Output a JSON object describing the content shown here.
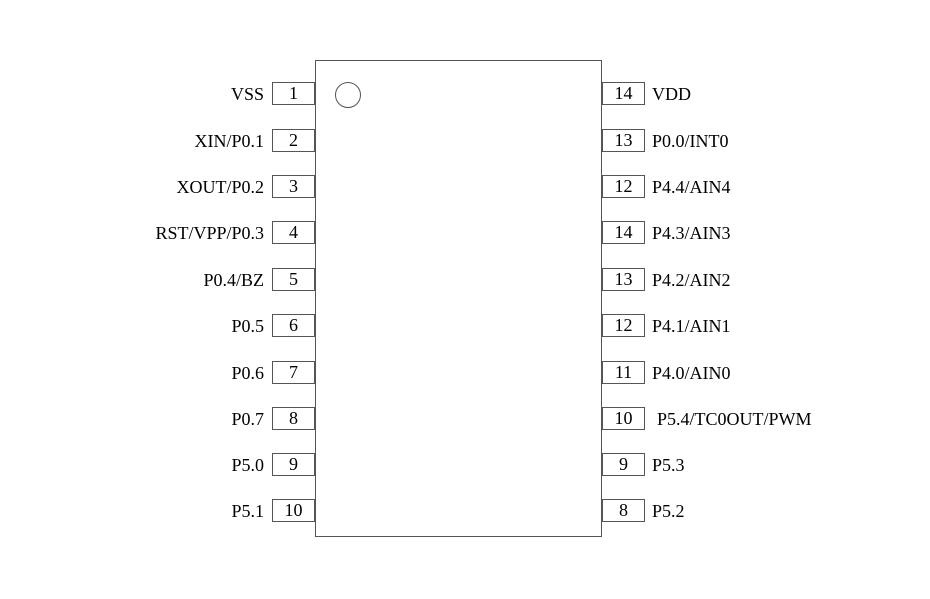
{
  "diagram": {
    "type": "ic-pinout",
    "package_outline": {
      "pin1_marker": "circle-dot"
    },
    "left_pins": [
      {
        "number": "1",
        "label": "VSS"
      },
      {
        "number": "2",
        "label": "XIN/P0.1"
      },
      {
        "number": "3",
        "label": "XOUT/P0.2"
      },
      {
        "number": "4",
        "label": "RST/VPP/P0.3"
      },
      {
        "number": "5",
        "label": "P0.4/BZ"
      },
      {
        "number": "6",
        "label": "P0.5"
      },
      {
        "number": "7",
        "label": "P0.6"
      },
      {
        "number": "8",
        "label": "P0.7"
      },
      {
        "number": "9",
        "label": "P5.0"
      },
      {
        "number": "10",
        "label": "P5.1"
      }
    ],
    "right_pins": [
      {
        "number": "14",
        "label": "VDD"
      },
      {
        "number": "13",
        "label": "P0.0/INT0"
      },
      {
        "number": "12",
        "label": "P4.4/AIN4"
      },
      {
        "number": "14",
        "label": "P4.3/AIN3"
      },
      {
        "number": "13",
        "label": "P4.2/AIN2"
      },
      {
        "number": "12",
        "label": "P4.1/AIN1"
      },
      {
        "number": "11",
        "label": "P4.0/AIN0"
      },
      {
        "number": "10",
        "label": "P5.4/TC0OUT/PWM"
      },
      {
        "number": "9",
        "label": "P5.3"
      },
      {
        "number": "8",
        "label": "P5.2"
      }
    ]
  }
}
